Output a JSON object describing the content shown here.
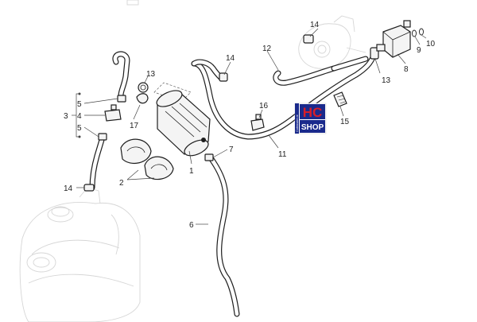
{
  "callouts": {
    "c1": "1",
    "c2": "2",
    "c3": "3",
    "c4": "4",
    "c5a": "5",
    "c5b": "5",
    "c6": "6",
    "c7": "7",
    "c8": "8",
    "c9": "9",
    "c10": "10",
    "c11": "11",
    "c12": "12",
    "c13a": "13",
    "c13b": "13",
    "c14a": "14",
    "c14b": "14",
    "c14c": "14",
    "c15": "15",
    "c16": "16",
    "c17": "17"
  },
  "watermark": {
    "brand_line1": "HC",
    "brand_line2": "SHOP",
    "side_text": "Cotemaire.nl",
    "colors": {
      "blue": "#1a2a8c",
      "red": "#d81e28",
      "white": "#ffffff"
    }
  }
}
